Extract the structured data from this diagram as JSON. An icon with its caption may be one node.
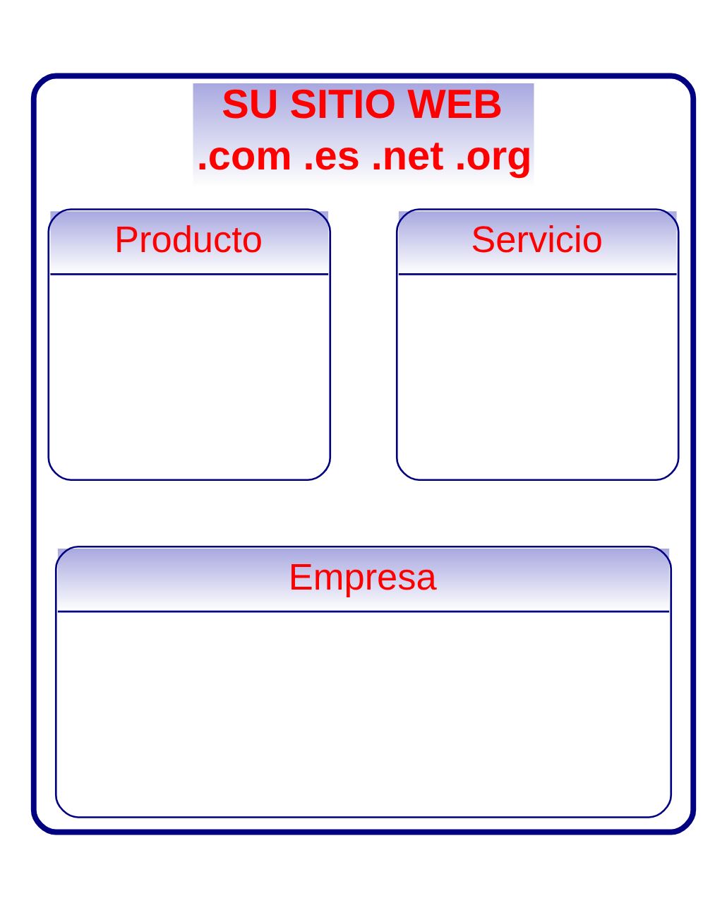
{
  "diagram": {
    "nodes": [
      {
        "text": [
          "SU SITIO WEB",
          ".com .es .net .org"
        ]
      },
      {
        "text": [
          "Producto"
        ],
        "in": 0
      },
      {
        "text": [
          "Servicio"
        ],
        "in": 0
      },
      {
        "text": [
          "Empresa"
        ],
        "in": 0
      }
    ],
    "edges": []
  }
}
